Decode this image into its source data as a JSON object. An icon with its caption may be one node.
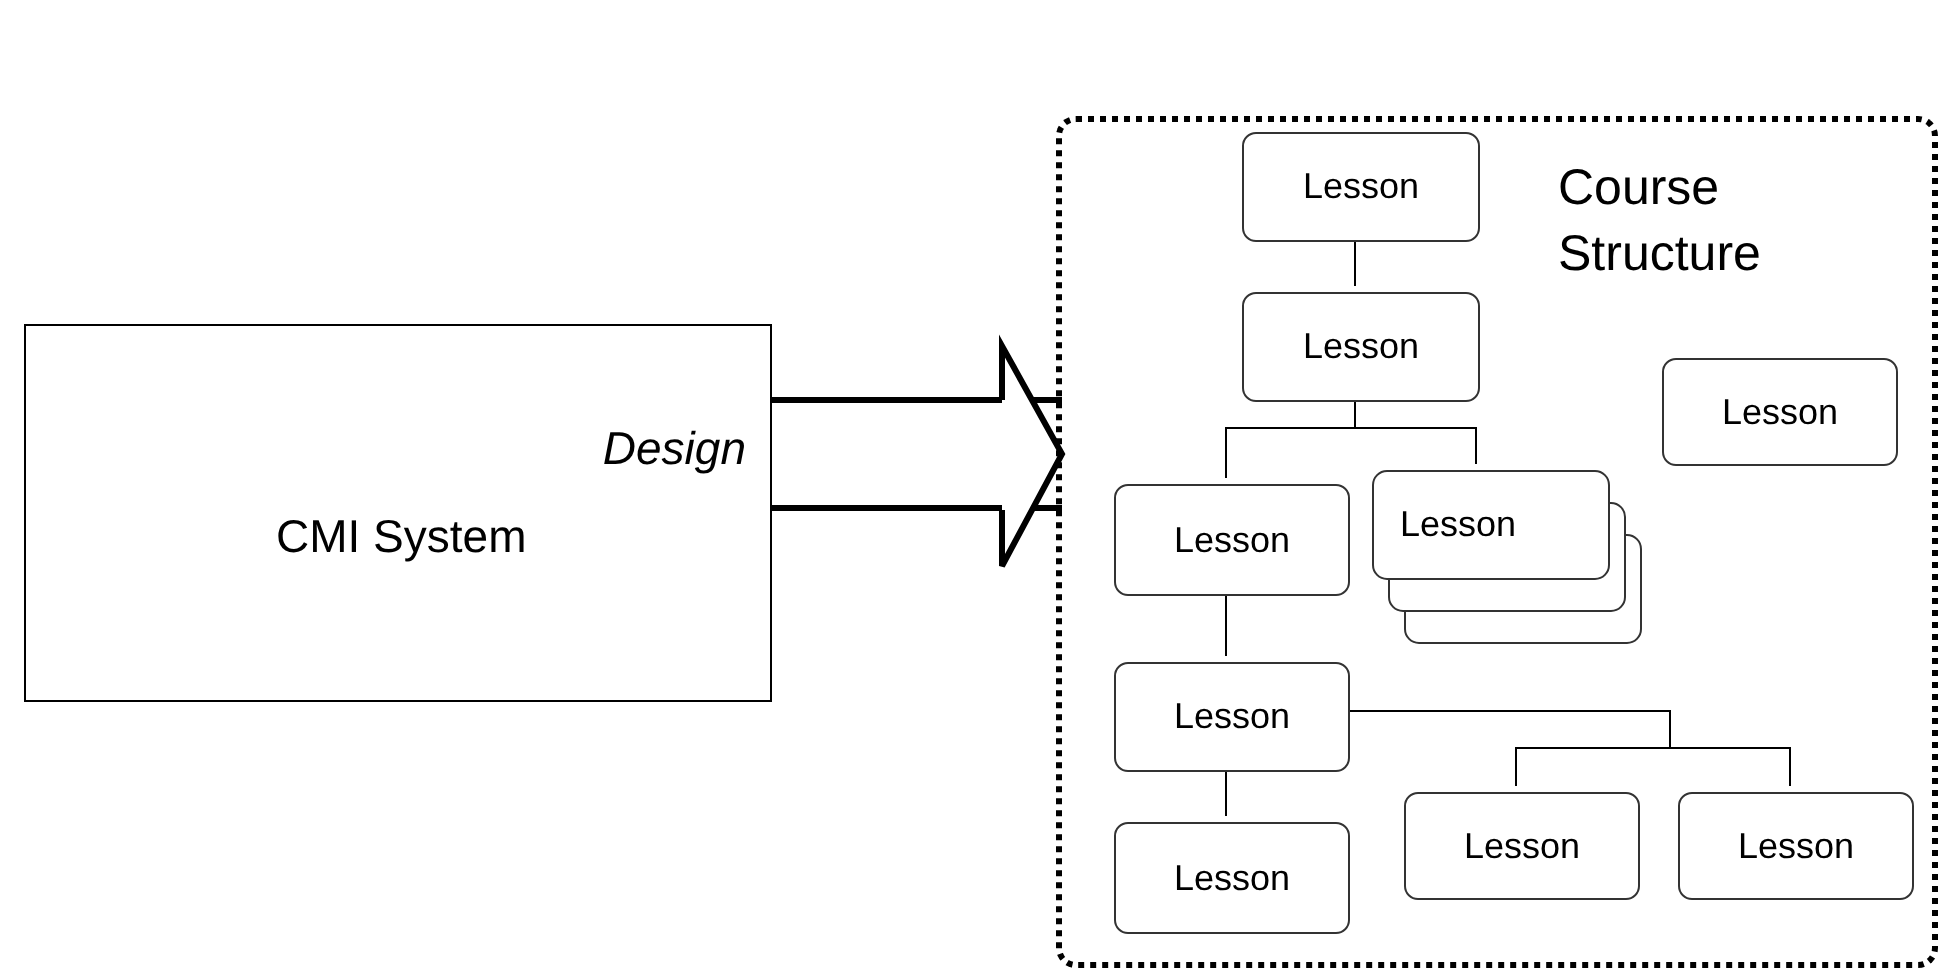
{
  "diagram": {
    "nodes": [
      {
        "text": [
          "Design",
          "CMI System"
        ]
      },
      {
        "text": [
          "Course Structure"
        ]
      },
      {
        "text": [
          "Lesson"
        ],
        "in": 1
      },
      {
        "text": [
          "Lesson"
        ],
        "in": 1
      },
      {
        "text": [
          "Lesson"
        ],
        "in": 1
      },
      {
        "text": [
          "Lesson"
        ],
        "in": 1
      },
      {
        "text": [
          "Lesson"
        ],
        "in": 1
      },
      {
        "text": [
          "Lesson"
        ],
        "in": 1
      },
      {
        "text": [
          "Lesson"
        ],
        "in": 1
      },
      {
        "text": [
          "Lesson"
        ],
        "in": 1
      },
      {
        "text": [
          "Lesson"
        ],
        "in": 1
      }
    ],
    "edges": [
      {
        "from": 0,
        "to": 1,
        "arrow": "to",
        "style": "thick"
      },
      {
        "from": 2,
        "to": 3,
        "arrow": "none"
      },
      {
        "from": 3,
        "to": 5,
        "arrow": "none"
      },
      {
        "from": 3,
        "to": 6,
        "arrow": "none"
      },
      {
        "from": 5,
        "to": 7,
        "arrow": "none"
      },
      {
        "from": 7,
        "to": 8,
        "arrow": "none"
      },
      {
        "from": 7,
        "to": 9,
        "arrow": "none"
      },
      {
        "from": 7,
        "to": 10,
        "arrow": "none"
      }
    ]
  }
}
